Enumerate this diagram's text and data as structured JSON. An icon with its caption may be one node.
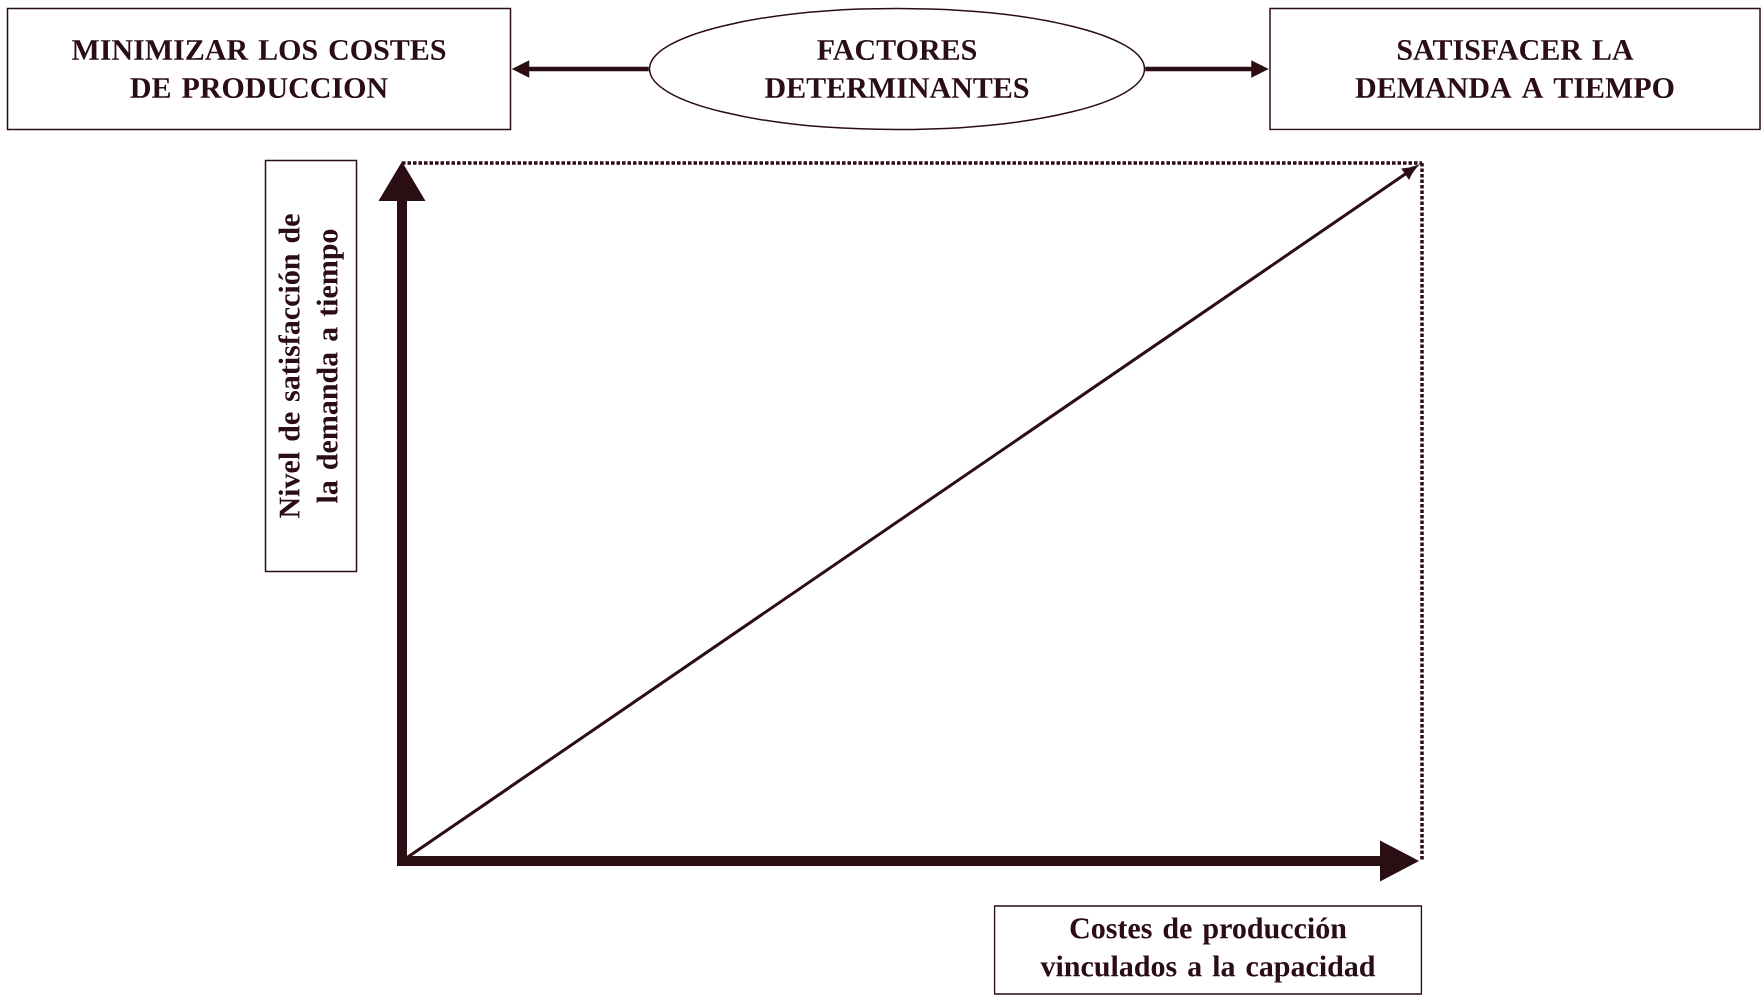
{
  "diagram": {
    "nodes": [
      {
        "text": [
          "MINIMIZAR LOS COSTES DE PRODUCCION"
        ]
      },
      {
        "text": [
          "FACTORES DETERMINANTES"
        ]
      },
      {
        "text": [
          "SATISFACER LA DEMANDA A TIEMPO"
        ]
      },
      {
        "text": [
          "Nivel de satisfacción de la demanda a tiempo"
        ]
      },
      {
        "text": [
          "Costes de producción vinculados a la capacidad"
        ]
      }
    ],
    "edges": [
      {
        "from": 1,
        "to": 0,
        "arrow": "to"
      },
      {
        "from": 1,
        "to": 2,
        "arrow": "to"
      }
    ]
  }
}
